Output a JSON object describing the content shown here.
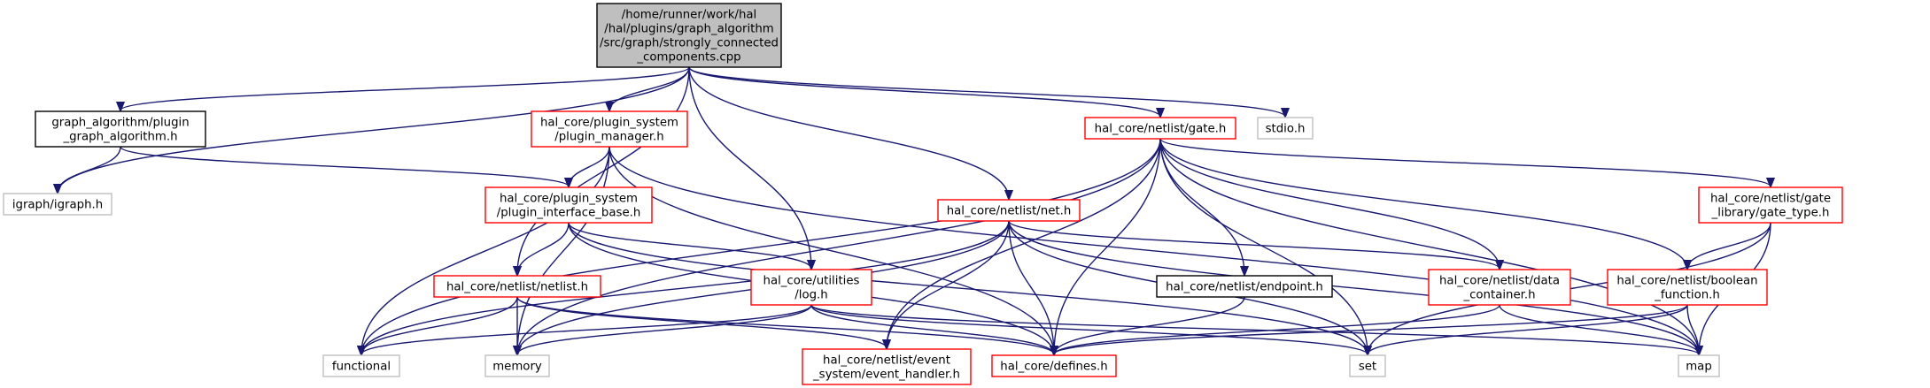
{
  "nodes": {
    "root": {
      "lines": [
        "/home/runner/work/hal",
        "/hal/plugins/graph_algorithm",
        "/src/graph/strongly_connected",
        "_components.cpp"
      ],
      "style": "root"
    },
    "plugin_algorithm": {
      "lines": [
        "graph_algorithm/plugin",
        "_graph_algorithm.h"
      ],
      "style": "black"
    },
    "plugin_manager": {
      "lines": [
        "hal_core/plugin_system",
        "/plugin_manager.h"
      ],
      "style": "red"
    },
    "gate": {
      "lines": [
        "hal_core/netlist/gate.h"
      ],
      "style": "red"
    },
    "stdio": {
      "lines": [
        "stdio.h"
      ],
      "style": "grey"
    },
    "igraph": {
      "lines": [
        "igraph/igraph.h"
      ],
      "style": "grey"
    },
    "plugin_interface_base": {
      "lines": [
        "hal_core/plugin_system",
        "/plugin_interface_base.h"
      ],
      "style": "red"
    },
    "net": {
      "lines": [
        "hal_core/netlist/net.h"
      ],
      "style": "red"
    },
    "gate_type": {
      "lines": [
        "hal_core/netlist/gate",
        "_library/gate_type.h"
      ],
      "style": "red"
    },
    "netlist": {
      "lines": [
        "hal_core/netlist/netlist.h"
      ],
      "style": "red"
    },
    "log": {
      "lines": [
        "hal_core/utilities",
        "/log.h"
      ],
      "style": "red"
    },
    "endpoint": {
      "lines": [
        "hal_core/netlist/endpoint.h"
      ],
      "style": "black"
    },
    "data_container": {
      "lines": [
        "hal_core/netlist/data",
        "_container.h"
      ],
      "style": "red"
    },
    "boolean_function": {
      "lines": [
        "hal_core/netlist/boolean",
        "_function.h"
      ],
      "style": "red"
    },
    "functional": {
      "lines": [
        "functional"
      ],
      "style": "grey"
    },
    "memory": {
      "lines": [
        "memory"
      ],
      "style": "grey"
    },
    "event_handler": {
      "lines": [
        "hal_core/netlist/event",
        "_system/event_handler.h"
      ],
      "style": "red"
    },
    "defines": {
      "lines": [
        "hal_core/defines.h"
      ],
      "style": "red"
    },
    "set": {
      "lines": [
        "set"
      ],
      "style": "grey"
    },
    "map": {
      "lines": [
        "map"
      ],
      "style": "grey"
    }
  },
  "edges": [
    [
      "root",
      "igraph"
    ],
    [
      "root",
      "plugin_algorithm"
    ],
    [
      "root",
      "plugin_manager"
    ],
    [
      "root",
      "netlist"
    ],
    [
      "root",
      "log"
    ],
    [
      "root",
      "net"
    ],
    [
      "root",
      "gate"
    ],
    [
      "root",
      "stdio"
    ],
    [
      "plugin_algorithm",
      "igraph"
    ],
    [
      "plugin_algorithm",
      "plugin_interface_base"
    ],
    [
      "plugin_manager",
      "plugin_interface_base"
    ],
    [
      "plugin_manager",
      "functional"
    ],
    [
      "plugin_manager",
      "memory"
    ],
    [
      "plugin_manager",
      "defines"
    ],
    [
      "plugin_manager",
      "map"
    ],
    [
      "plugin_interface_base",
      "netlist"
    ],
    [
      "plugin_interface_base",
      "log"
    ],
    [
      "plugin_interface_base",
      "defines"
    ],
    [
      "plugin_interface_base",
      "set"
    ],
    [
      "gate",
      "functional"
    ],
    [
      "gate",
      "memory"
    ],
    [
      "gate",
      "event_handler"
    ],
    [
      "gate",
      "defines"
    ],
    [
      "gate",
      "endpoint"
    ],
    [
      "gate",
      "data_container"
    ],
    [
      "gate",
      "boolean_function"
    ],
    [
      "gate",
      "gate_type"
    ],
    [
      "gate",
      "set"
    ],
    [
      "gate",
      "map"
    ],
    [
      "net",
      "functional"
    ],
    [
      "net",
      "memory"
    ],
    [
      "net",
      "event_handler"
    ],
    [
      "net",
      "defines"
    ],
    [
      "net",
      "data_container"
    ],
    [
      "net",
      "set"
    ],
    [
      "net",
      "map"
    ],
    [
      "netlist",
      "functional"
    ],
    [
      "netlist",
      "memory"
    ],
    [
      "netlist",
      "event_handler"
    ],
    [
      "netlist",
      "defines"
    ],
    [
      "log",
      "functional"
    ],
    [
      "log",
      "memory"
    ],
    [
      "log",
      "defines"
    ],
    [
      "log",
      "set"
    ],
    [
      "log",
      "map"
    ],
    [
      "endpoint",
      "defines"
    ],
    [
      "data_container",
      "defines"
    ],
    [
      "data_container",
      "map"
    ],
    [
      "gate_type",
      "boolean_function"
    ],
    [
      "gate_type",
      "set"
    ],
    [
      "gate_type",
      "map"
    ],
    [
      "boolean_function",
      "defines"
    ],
    [
      "boolean_function",
      "set"
    ],
    [
      "boolean_function",
      "map"
    ]
  ]
}
